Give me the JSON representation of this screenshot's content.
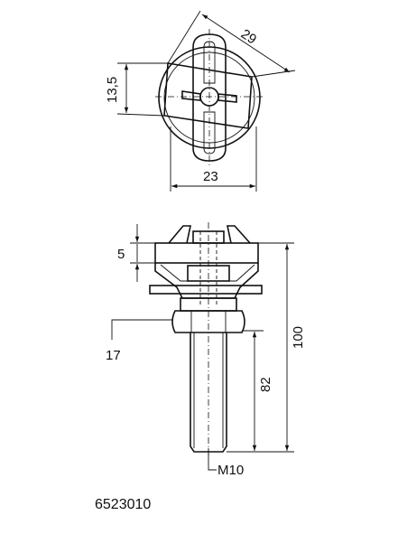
{
  "dimensions": {
    "top_diagonal": "29",
    "top_height": "13,5",
    "top_width": "23",
    "side_head_height": "5",
    "nut_callout": "17",
    "total_length": "100",
    "thread_length": "82",
    "thread_size": "M10"
  },
  "article_number": "6523010"
}
